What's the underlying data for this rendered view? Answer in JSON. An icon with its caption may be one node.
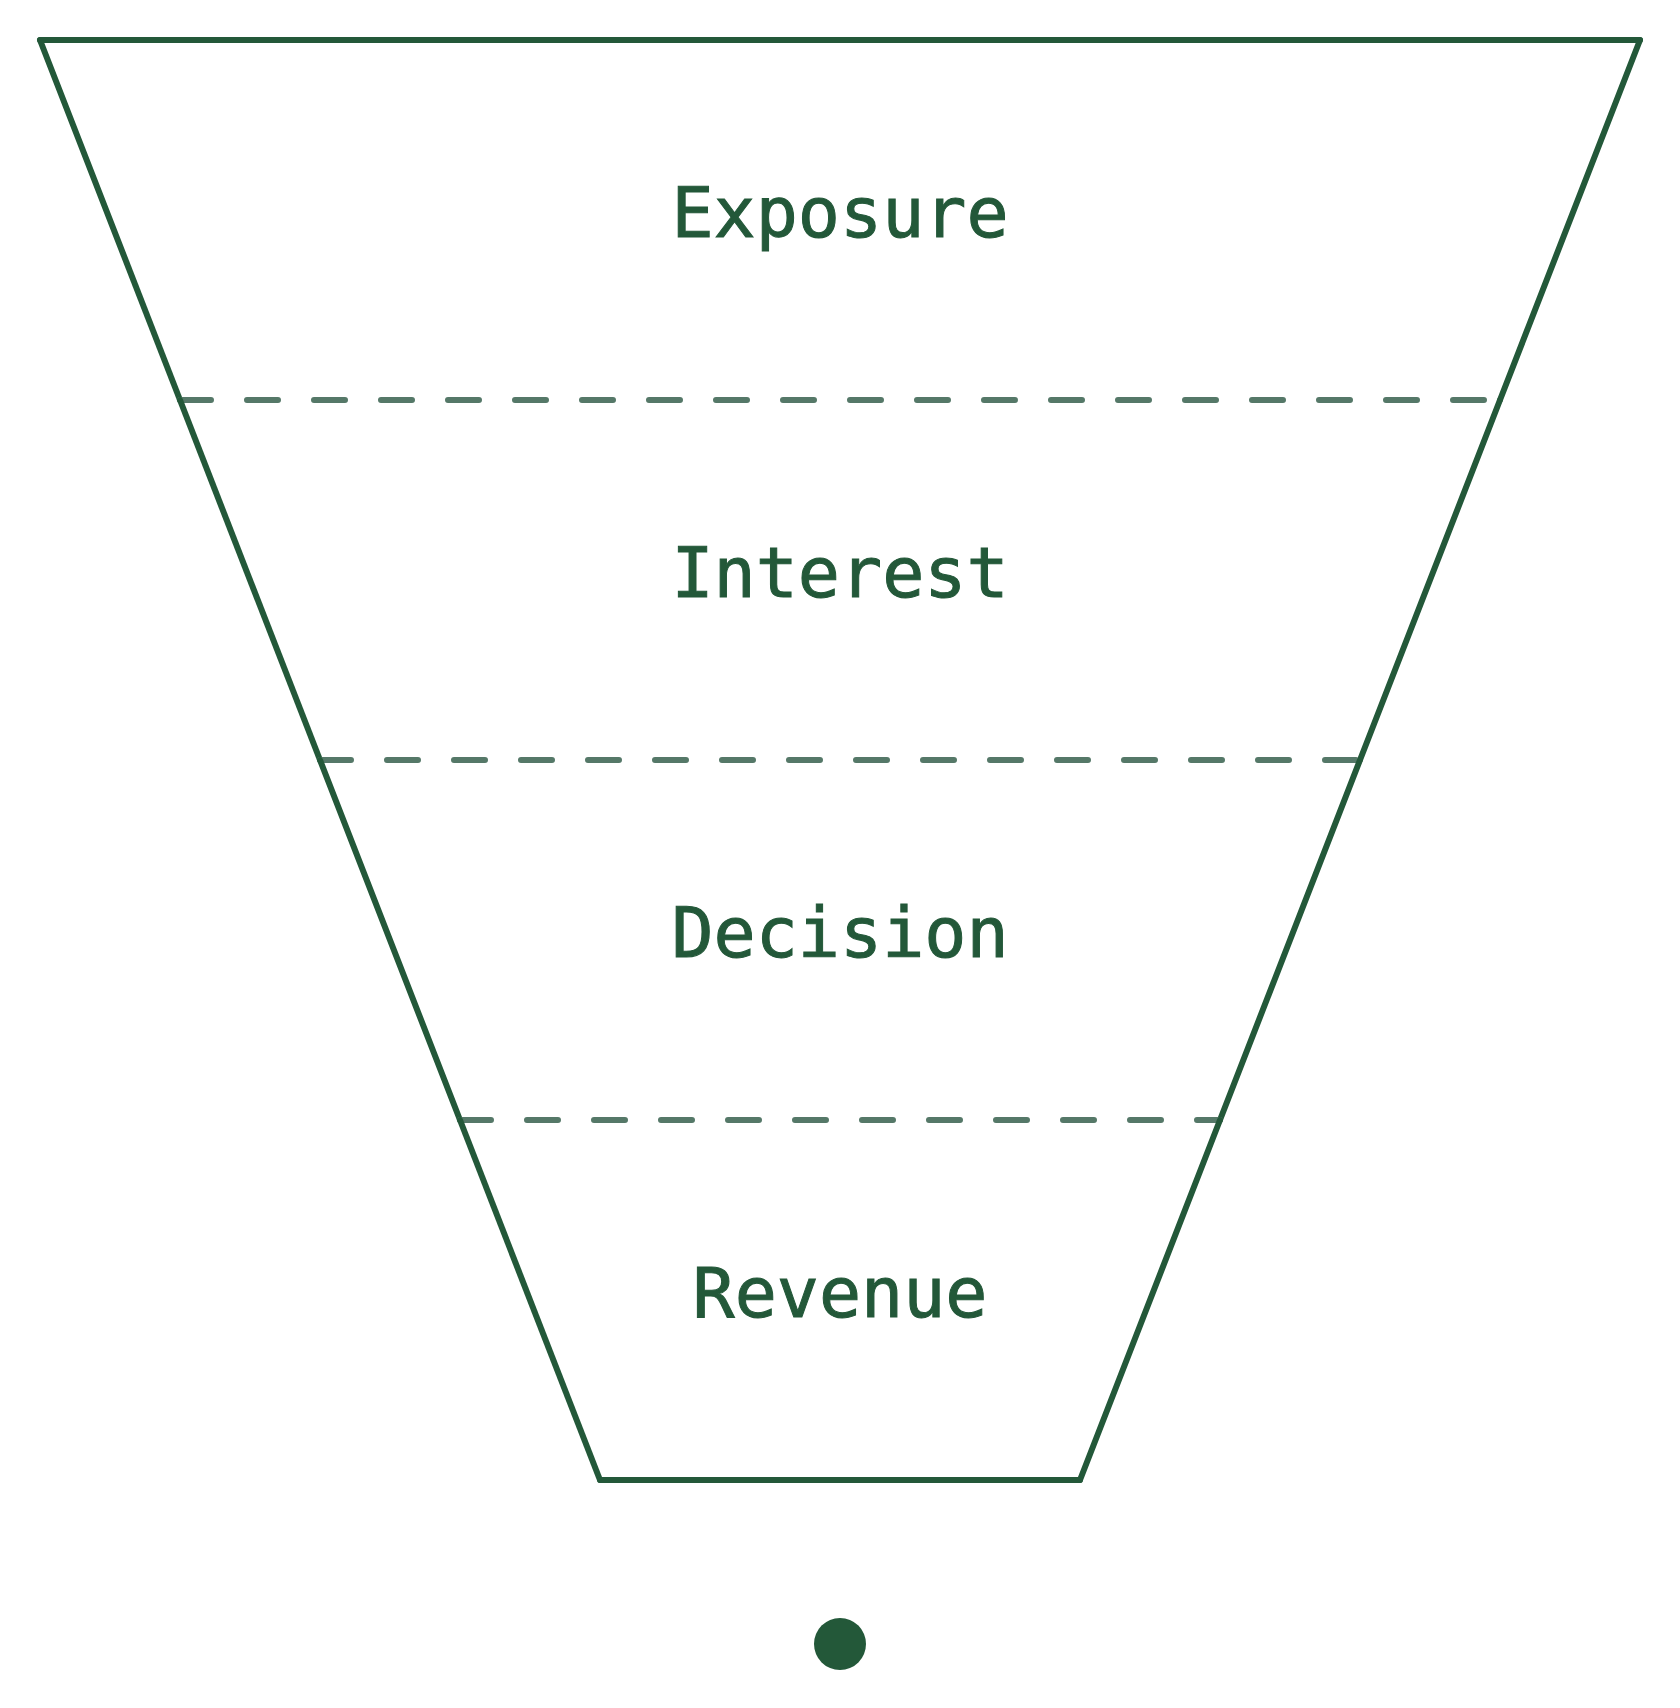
{
  "diagram": {
    "nodes": [
      {
        "text": [
          "Exposure"
        ]
      },
      {
        "text": [
          "Interest"
        ]
      },
      {
        "text": [
          "Decision"
        ]
      },
      {
        "text": [
          "Revenue"
        ]
      }
    ]
  }
}
